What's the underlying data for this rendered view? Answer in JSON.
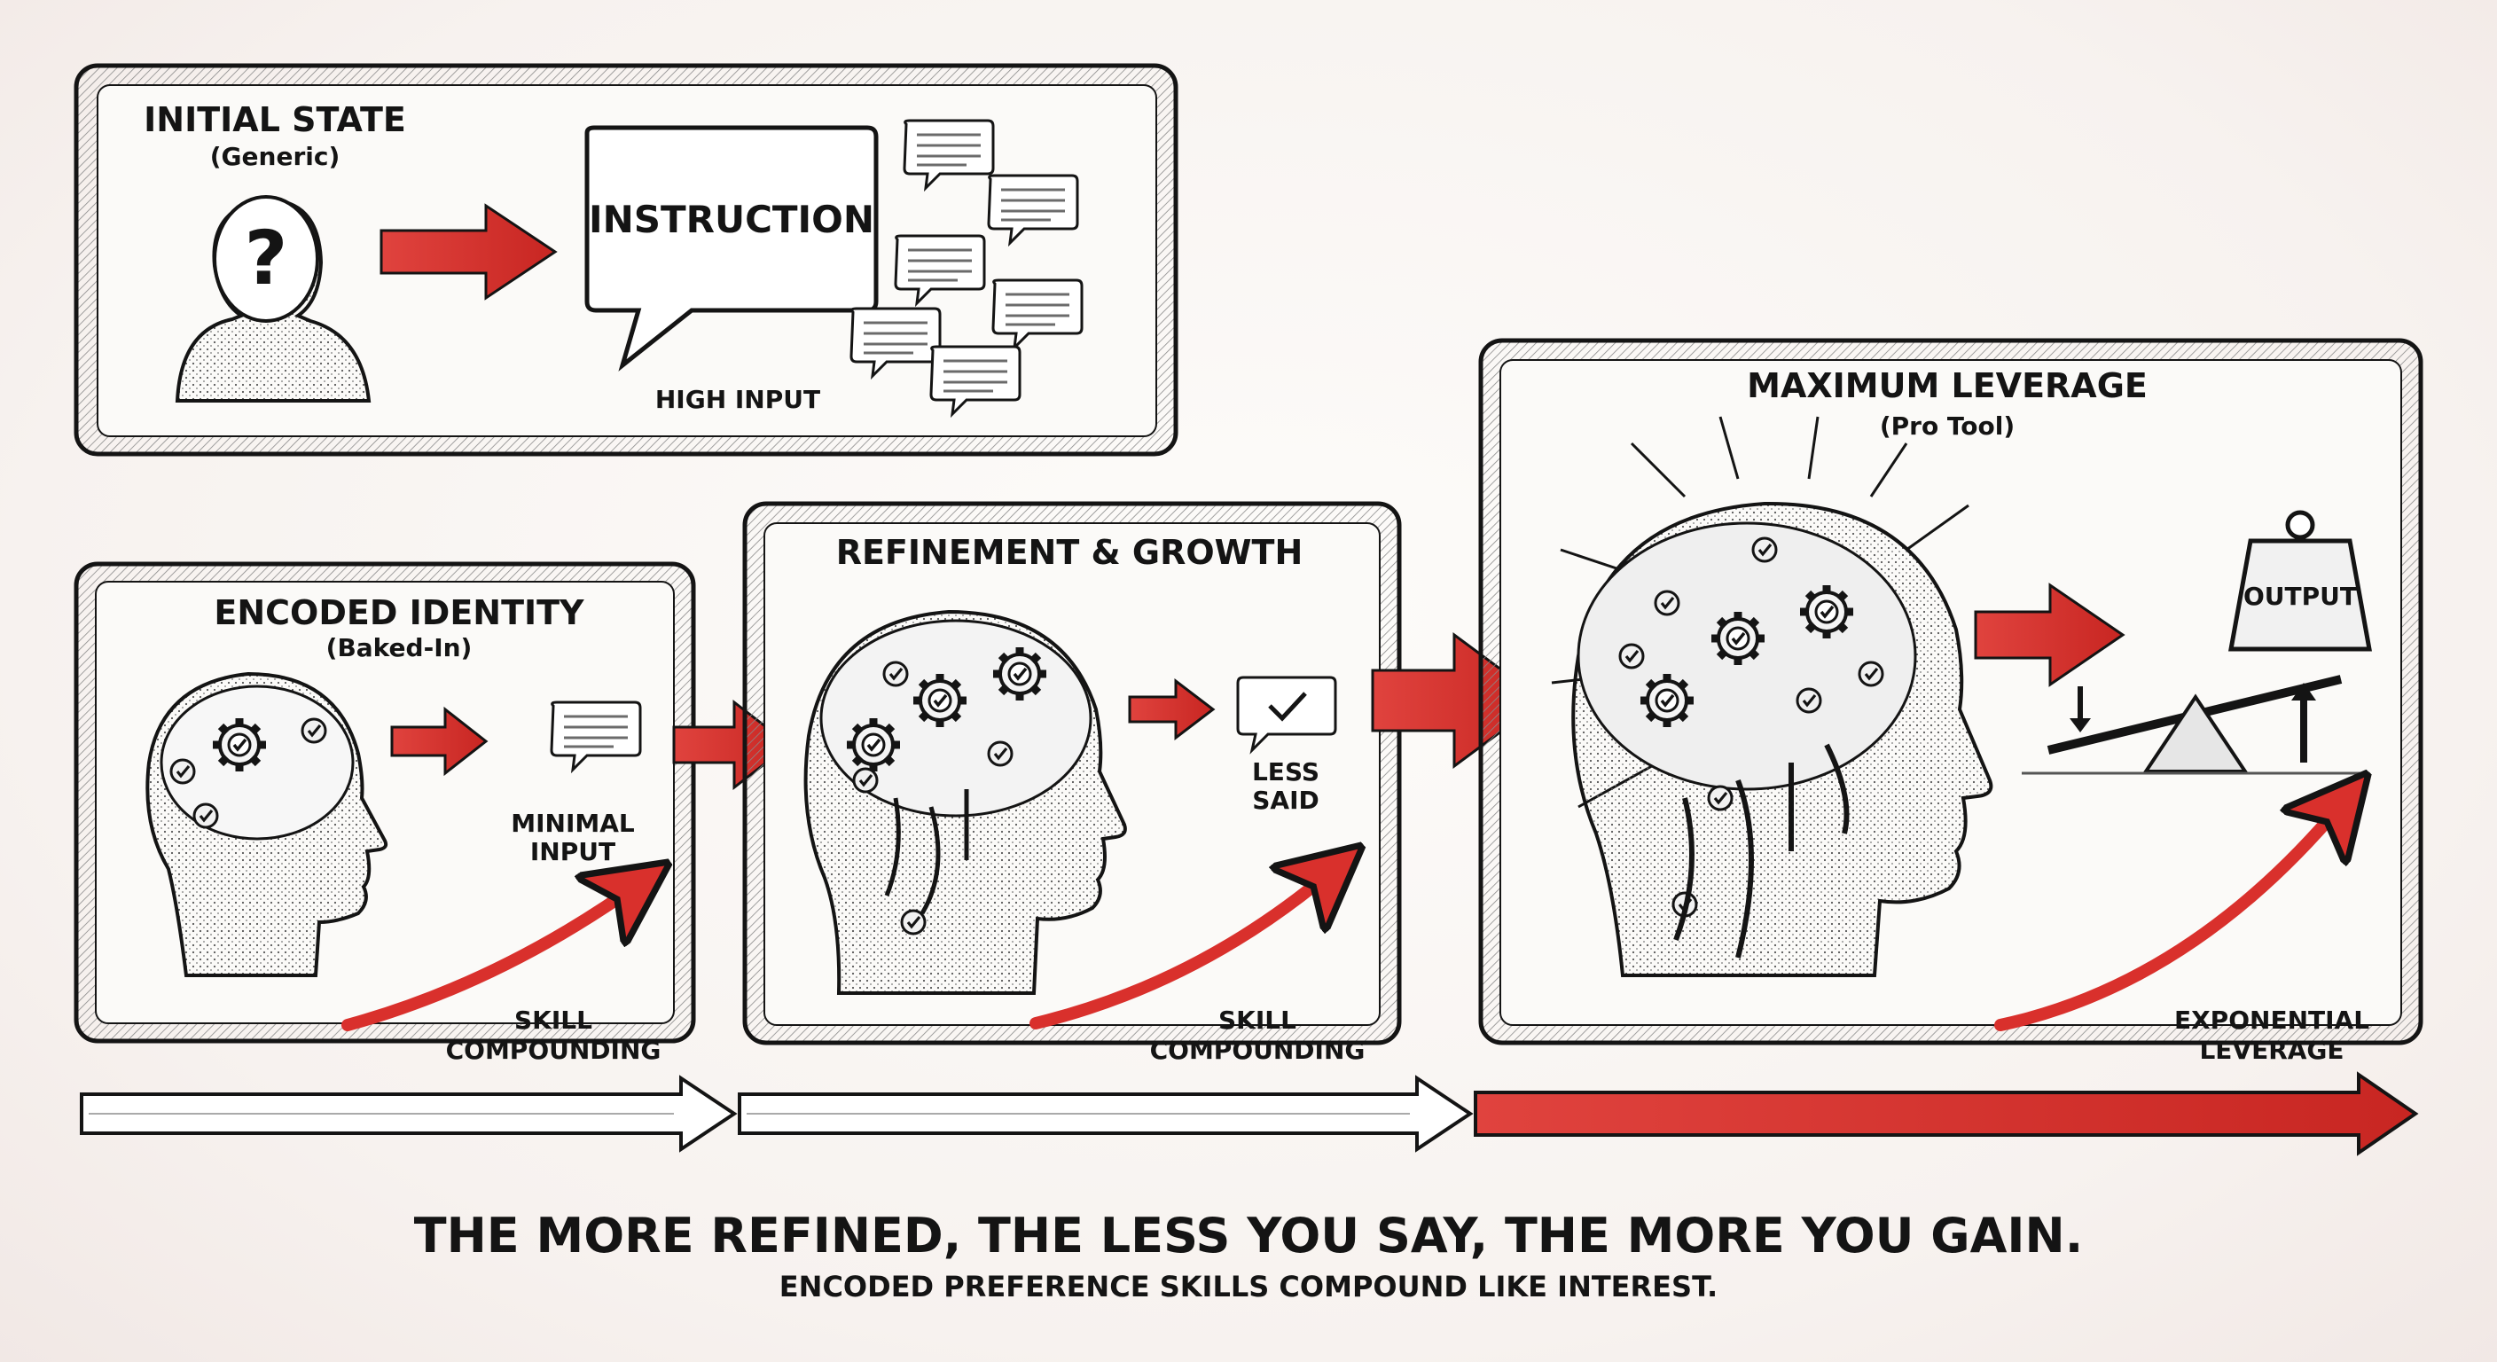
{
  "panels": {
    "initial": {
      "title": "INITIAL STATE",
      "subtitle": "(Generic)",
      "bubble": "INSTRUCTION",
      "caption": "HIGH INPUT",
      "mark": "?"
    },
    "encoded": {
      "title": "ENCODED IDENTITY",
      "subtitle": "(Baked-In)",
      "caption_line1": "MINIMAL",
      "caption_line2": "INPUT",
      "growth_line1": "SKILL",
      "growth_line2": "COMPOUNDING"
    },
    "refinement": {
      "title": "REFINEMENT & GROWTH",
      "caption_line1": "LESS",
      "caption_line2": "SAID",
      "growth_line1": "SKILL",
      "growth_line2": "COMPOUNDING"
    },
    "maximum": {
      "title": "MAXIMUM LEVERAGE",
      "subtitle": "(Pro Tool)",
      "weight": "OUTPUT",
      "growth_line1": "EXPONENTIAL",
      "growth_line2": "LEVERAGE"
    }
  },
  "footer": {
    "headline": "THE MORE REFINED, THE LESS YOU SAY, THE MORE YOU GAIN.",
    "subline": "ENCODED PREFERENCE SKILLS COMPOUND LIKE INTEREST."
  },
  "colors": {
    "accent": "#d9302c",
    "ink": "#141414",
    "panel": "#fbfaf8"
  }
}
